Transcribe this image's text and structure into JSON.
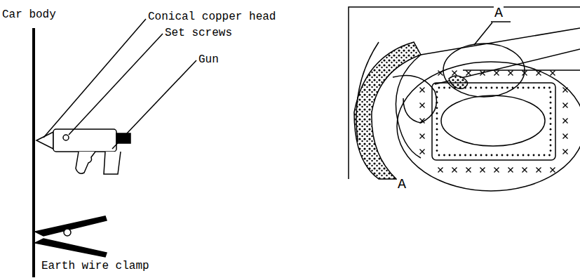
{
  "diagram": {
    "labels": [
      "Car body",
      "Conical copper head",
      "Set screws",
      "Gun",
      "Earth wire clamp",
      "A",
      "A"
    ]
  }
}
